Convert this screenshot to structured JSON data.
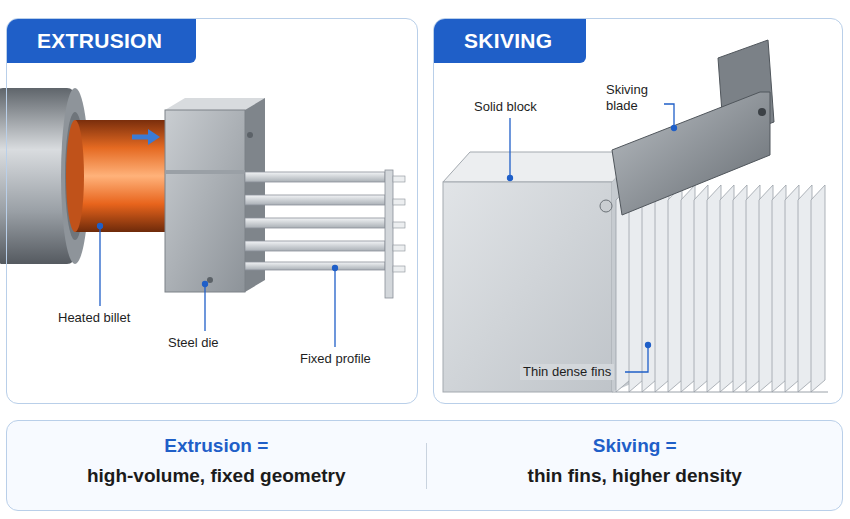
{
  "diagram": {
    "nodes": [
      {
        "text": [
          "EXTRUSION"
        ]
      },
      {
        "text": [
          "SKIVING"
        ]
      },
      {
        "text": [
          "Extrusion =",
          "high-volume, fixed geometry",
          "Skiving =",
          "thin fins, higher density"
        ]
      }
    ],
    "labels": [
      "Heated billet",
      "Steel die",
      "Fixed profile",
      "Solid block",
      "Skiving blade",
      "Thin dense fins"
    ]
  }
}
